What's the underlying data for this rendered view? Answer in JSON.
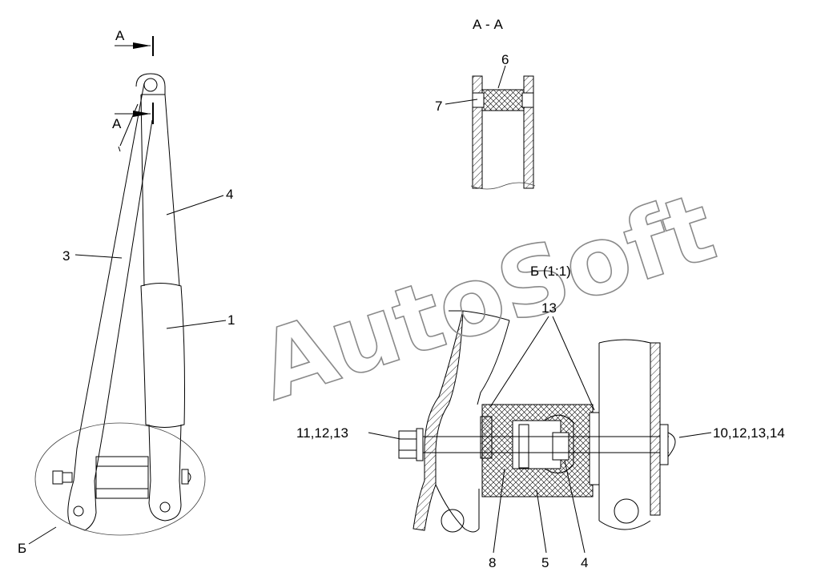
{
  "section_labels": {
    "aa_title": "А - А",
    "arrow_top": "А",
    "arrow_bottom": "А",
    "detail_b_title": "Б (1:1)",
    "detail_b_marker": "Б"
  },
  "watermark": "AutoSoft",
  "callouts": {
    "p1": "1",
    "p3": "3",
    "p4_main": "4",
    "p6": "6",
    "p7": "7",
    "p13_top": "13",
    "left_group": "11,12,13",
    "right_group": "10,12,13,14",
    "p8": "8",
    "p5": "5",
    "p4_detail": "4"
  },
  "colors": {
    "line": "#000000",
    "watermark": "#8a8a8a",
    "background": "#ffffff"
  }
}
